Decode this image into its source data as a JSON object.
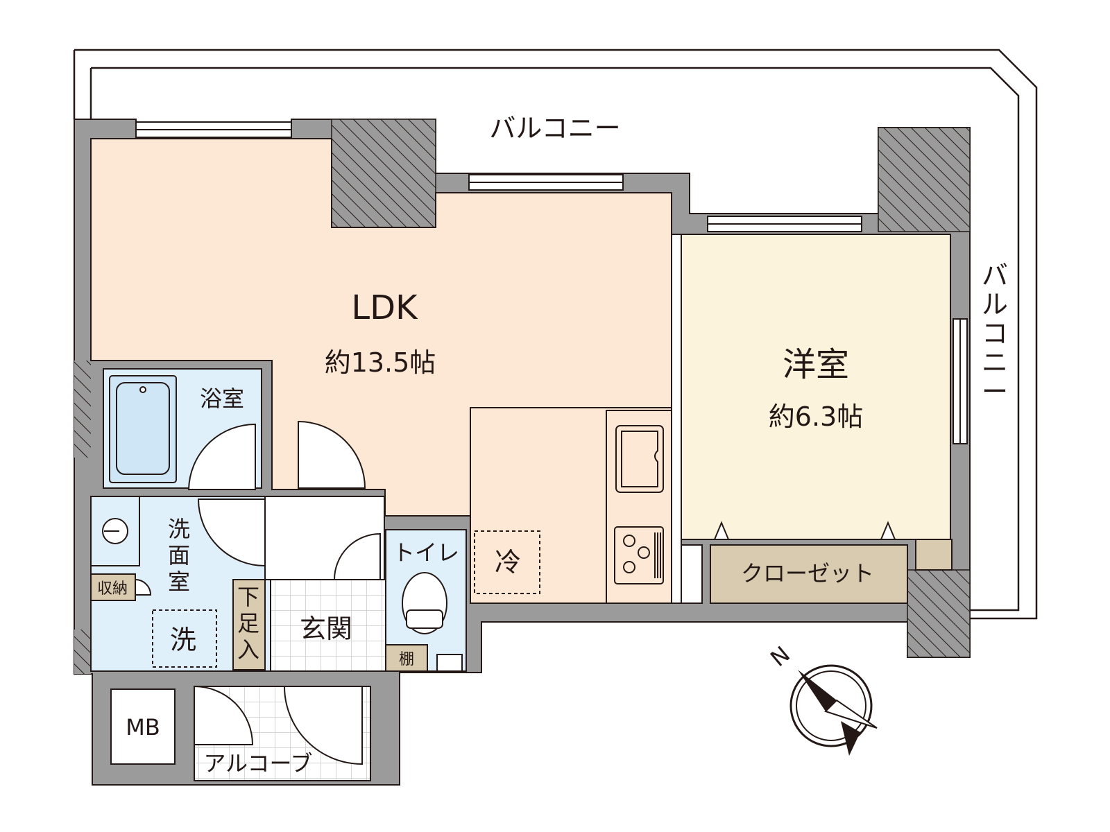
{
  "rooms": {
    "ldk": {
      "name": "LDK",
      "size": "約13.5帖"
    },
    "western": {
      "name": "洋室",
      "size": "約6.3帖"
    },
    "bath": "浴室",
    "washroom": [
      "洗",
      "面",
      "室"
    ],
    "washer": "洗",
    "storage": "収納",
    "shoe": [
      "下",
      "足",
      "入"
    ],
    "entrance": "玄関",
    "toilet": "トイレ",
    "shelf": "棚",
    "fridge": "冷",
    "closet": "クローゼット",
    "mb": "MB",
    "alcove": "アルコーブ"
  },
  "balcony": {
    "top": "バルコニー",
    "right": [
      "バ",
      "ル",
      "コ",
      "ニ",
      "ー"
    ]
  },
  "compass": {
    "north": "N"
  },
  "colors": {
    "ldk": "#fde8d5",
    "western": "#fbf3dc",
    "wet": "#e0f0fb",
    "closet": "#d8cbb0",
    "wall": "#9b9b9b",
    "line": "#231815"
  }
}
